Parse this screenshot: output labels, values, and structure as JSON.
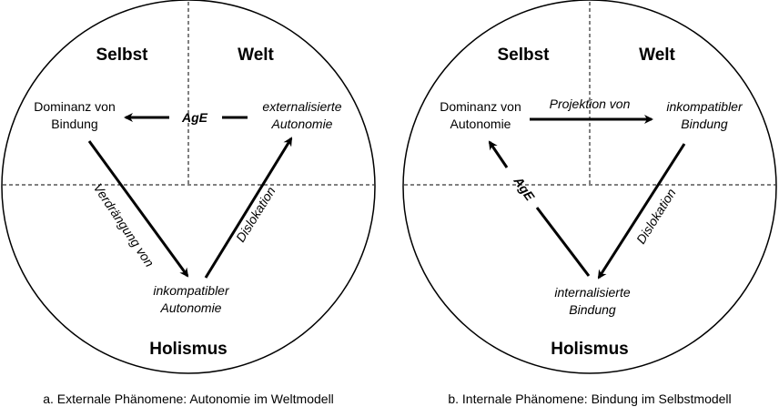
{
  "left": {
    "quadrants": {
      "top_left": "Selbst",
      "top_right": "Welt",
      "bottom": "Holismus"
    },
    "nodes": {
      "top_left": [
        "Dominanz von",
        "Bindung"
      ],
      "top_right": [
        "externalisierte",
        "Autonomie"
      ],
      "bottom": [
        "inkompatibler",
        "Autonomie"
      ]
    },
    "edges": {
      "top": "AgE",
      "left": "Verdrängung von",
      "right": "Dislokation"
    },
    "caption": "a. Externale Phänomene: Autonomie im Weltmodell"
  },
  "right": {
    "quadrants": {
      "top_left": "Selbst",
      "top_right": "Welt",
      "bottom": "Holismus"
    },
    "nodes": {
      "top_left": [
        "Dominanz von",
        "Autonomie"
      ],
      "top_right": [
        "inkompatibler",
        "Bindung"
      ],
      "bottom": [
        "internalisierte",
        "Bindung"
      ]
    },
    "edges": {
      "top": "Projektion von",
      "left": "AgE",
      "right": "Dislokation"
    },
    "caption": "b. Internale Phänomene: Bindung im Selbstmodell"
  }
}
